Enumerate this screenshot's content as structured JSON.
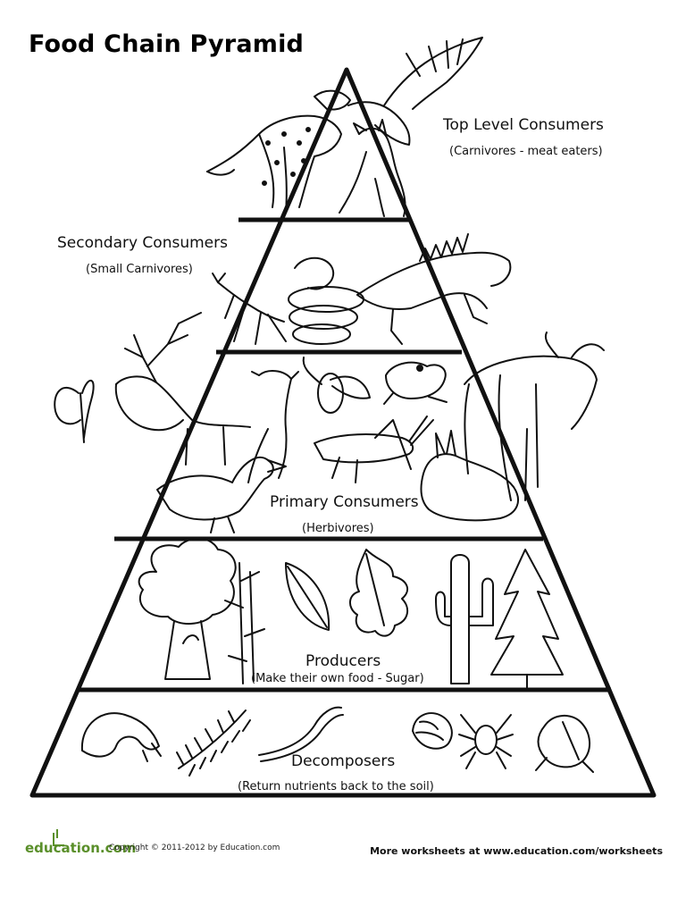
{
  "title": "Food Chain Pyramid",
  "levels": [
    {
      "name": "Top Level Consumers",
      "desc": "(Carnivores - meat eaters)"
    },
    {
      "name": "Secondary Consumers",
      "desc": "(Small Carnivores)"
    },
    {
      "name": "Primary Consumers",
      "desc": "(Herbivores)"
    },
    {
      "name": "Producers",
      "desc": "(Make their own food - Sugar)"
    },
    {
      "name": "Decomposers",
      "desc": "(Return nutrients back to the soil)"
    }
  ],
  "footer": {
    "logo": "education.com",
    "copyright": "Copyright © 2011-2012 by Education.com",
    "more": "More worksheets at www.education.com/worksheets"
  },
  "colors": {
    "ink": "#111111",
    "logo_green": "#5a8f2a"
  },
  "illustrations": {
    "top": [
      "cheetah",
      "eagle",
      "wolf"
    ],
    "secondary": [
      "praying-mantis",
      "snake",
      "iguana"
    ],
    "primary": [
      "butterfly",
      "elk",
      "deer",
      "duck",
      "fly",
      "grasshopper",
      "frog",
      "rabbit",
      "wildebeest"
    ],
    "producers": [
      "tree",
      "bamboo",
      "leaf",
      "oak-leaf",
      "cactus",
      "pine-tree"
    ],
    "decomposers": [
      "grub",
      "centipede",
      "worm",
      "larva",
      "spider",
      "cicada"
    ]
  }
}
